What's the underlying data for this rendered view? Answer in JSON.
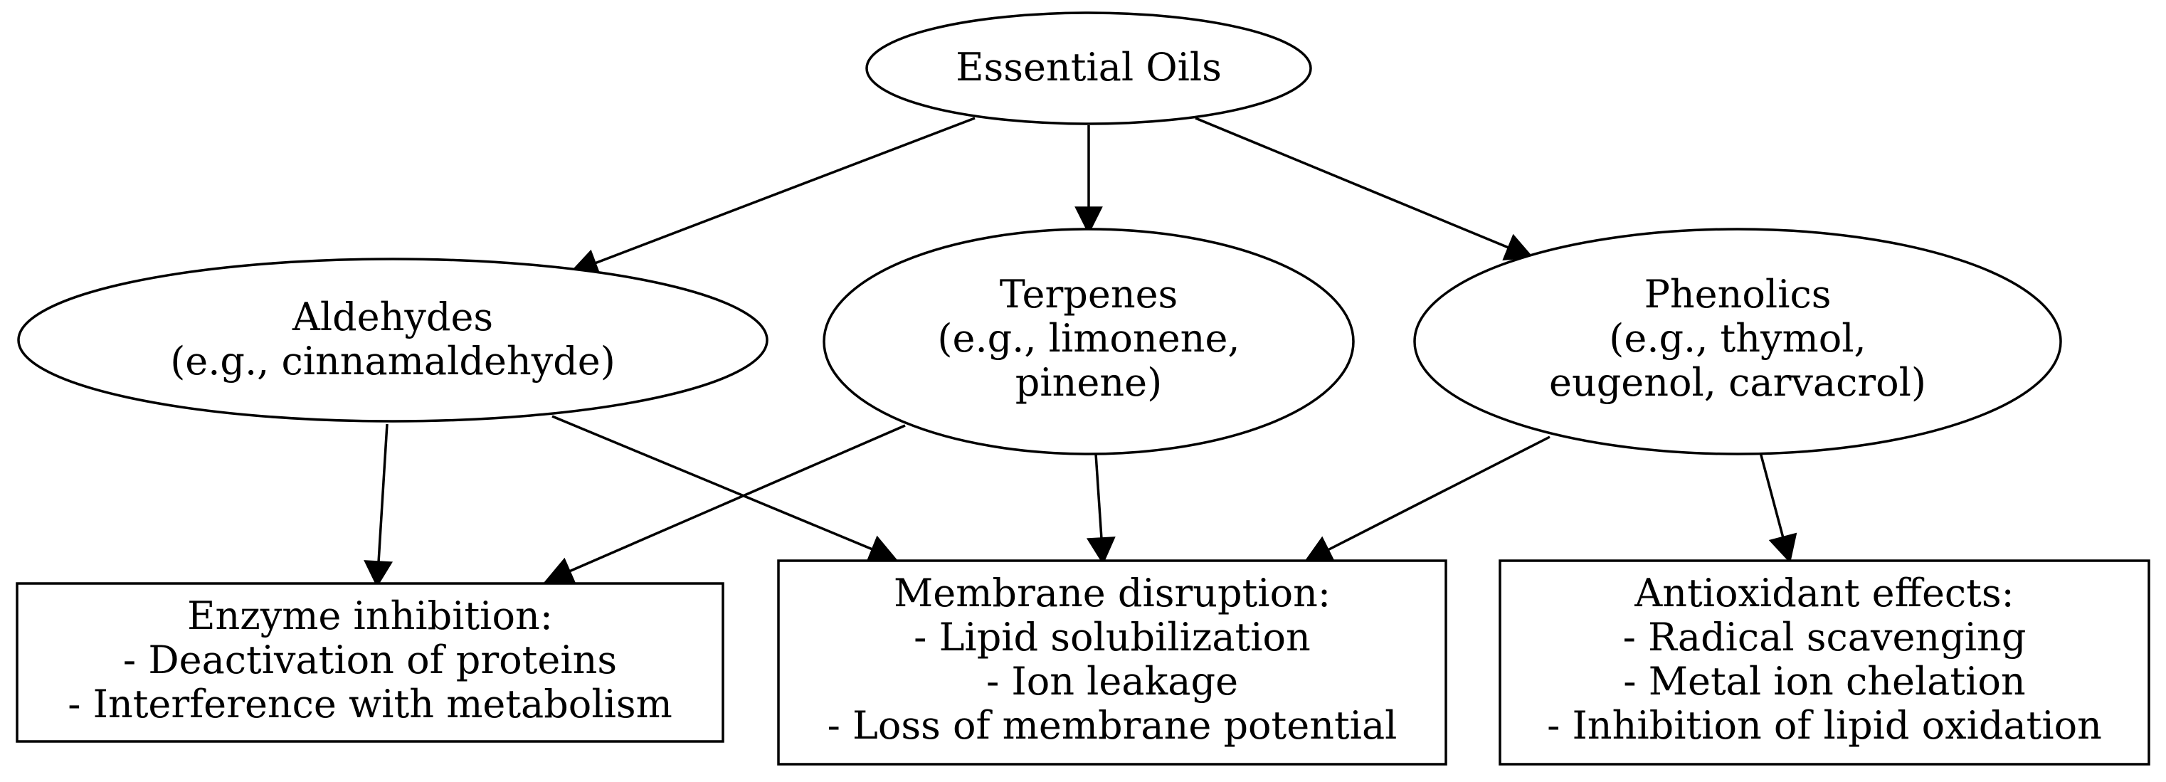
{
  "diagram": {
    "nodes": {
      "essential_oils": {
        "lines": [
          "Essential Oils"
        ]
      },
      "aldehydes": {
        "lines": [
          "Aldehydes",
          "(e.g., cinnamaldehyde)"
        ]
      },
      "terpenes": {
        "lines": [
          "Terpenes",
          "(e.g., limonene,",
          "pinene)"
        ]
      },
      "phenolics": {
        "lines": [
          "Phenolics",
          "(e.g., thymol,",
          "eugenol, carvacrol)"
        ]
      },
      "enzyme_inhibition": {
        "lines": [
          "Enzyme inhibition:",
          "- Deactivation of proteins",
          "- Interference with metabolism"
        ]
      },
      "membrane_disruption": {
        "lines": [
          "Membrane disruption:",
          "- Lipid solubilization",
          "- Ion leakage",
          "- Loss of membrane potential"
        ]
      },
      "antioxidant_effects": {
        "lines": [
          "Antioxidant effects:",
          "- Radical scavenging",
          "- Metal ion chelation",
          "- Inhibition of lipid oxidation"
        ]
      }
    },
    "edges": [
      {
        "from": "essential_oils",
        "to": "aldehydes"
      },
      {
        "from": "essential_oils",
        "to": "terpenes"
      },
      {
        "from": "essential_oils",
        "to": "phenolics"
      },
      {
        "from": "aldehydes",
        "to": "enzyme_inhibition"
      },
      {
        "from": "aldehydes",
        "to": "membrane_disruption"
      },
      {
        "from": "terpenes",
        "to": "enzyme_inhibition"
      },
      {
        "from": "terpenes",
        "to": "membrane_disruption"
      },
      {
        "from": "phenolics",
        "to": "membrane_disruption"
      },
      {
        "from": "phenolics",
        "to": "antioxidant_effects"
      }
    ]
  }
}
